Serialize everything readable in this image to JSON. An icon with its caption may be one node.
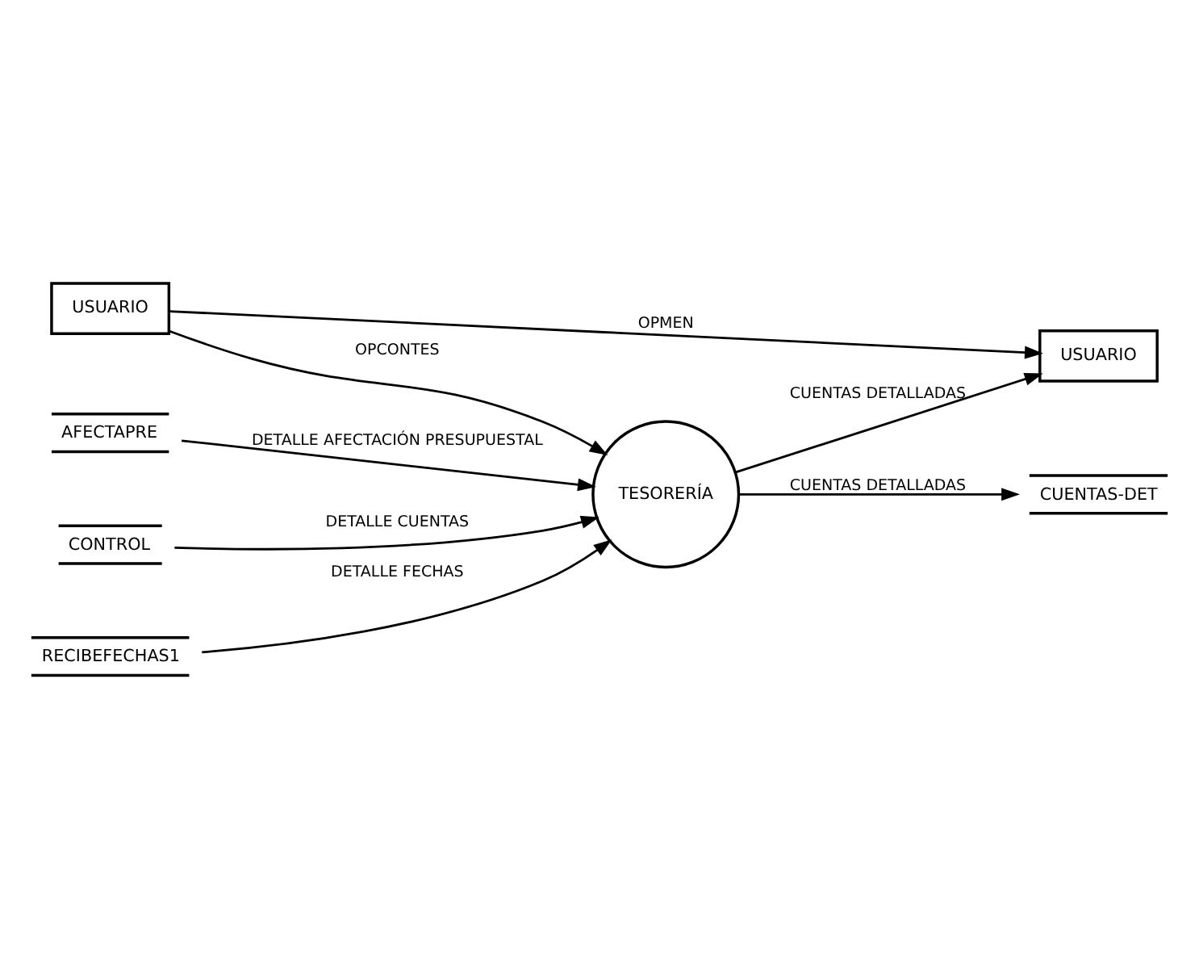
{
  "diagram": {
    "nodes": [
      {
        "text": [
          "AFECTAPRE"
        ]
      },
      {
        "text": [
          "RECIBEFECHAS1"
        ]
      },
      {
        "text": [
          "TESORERÍA"
        ]
      },
      {
        "text": [
          "USUARIO"
        ]
      },
      {
        "text": [
          "USUARIO"
        ]
      },
      {
        "text": [
          "CONTROL"
        ]
      },
      {
        "text": [
          "CUENTAS-DET"
        ]
      }
    ],
    "edges": [
      {
        "from": 3,
        "to": 4,
        "arrow": "to",
        "label": "OPMEN"
      },
      {
        "from": 0,
        "to": 2,
        "arrow": "to",
        "label": "DETALLE AFECTACIÓN PRESUPUESTAL"
      },
      {
        "from": 1,
        "to": 2,
        "arrow": "to",
        "label": "DETALLE FECHAS"
      },
      {
        "from": 3,
        "to": 2,
        "arrow": "to",
        "label": "OPCONTES"
      },
      {
        "from": 2,
        "to": 4,
        "arrow": "to",
        "label": "CUENTAS DETALLADAS"
      },
      {
        "from": 5,
        "to": 2,
        "arrow": "to",
        "label": "DETALLE CUENTAS"
      },
      {
        "from": 2,
        "to": 6,
        "arrow": "to",
        "label": "CUENTAS DETALLADAS"
      }
    ]
  }
}
